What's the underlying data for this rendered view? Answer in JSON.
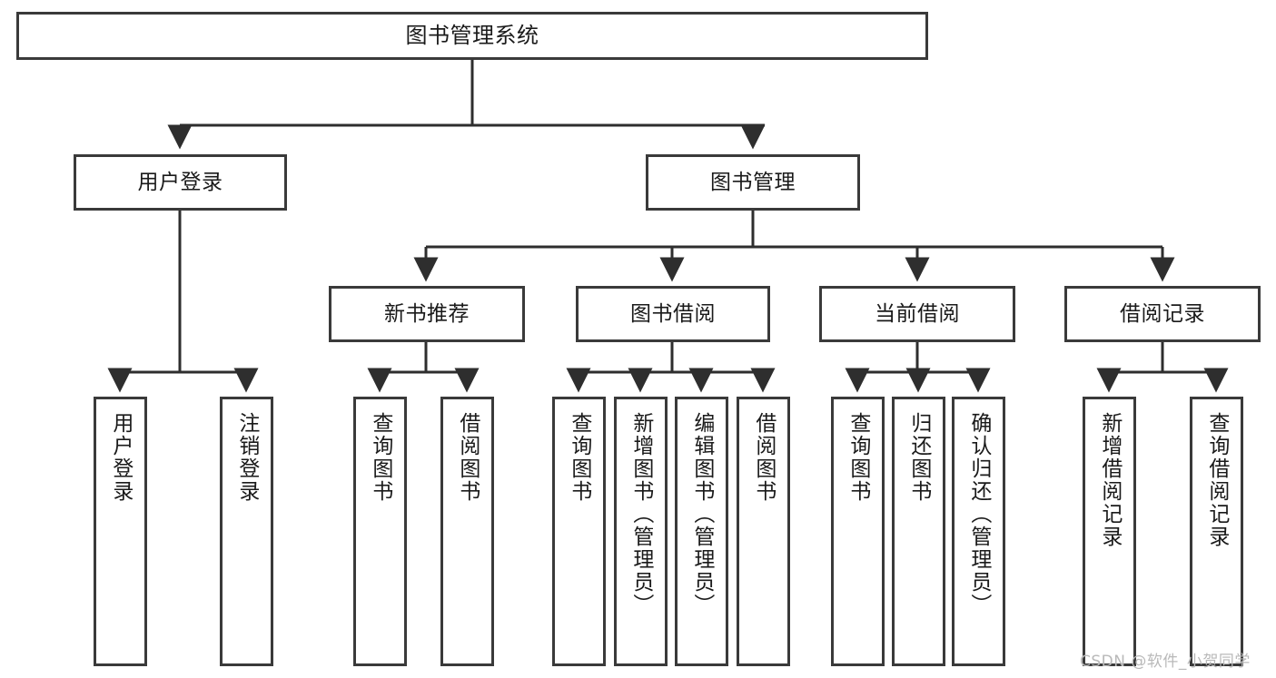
{
  "diagram": {
    "title": "图书管理系统",
    "type": "tree-hierarchy-chart",
    "root": {
      "id": "root",
      "label": "图书管理系统"
    },
    "level2": [
      {
        "id": "user-login",
        "label": "用户登录"
      },
      {
        "id": "book-manage",
        "label": "图书管理"
      }
    ],
    "level3": [
      {
        "id": "new-book-rec",
        "label": "新书推荐"
      },
      {
        "id": "book-borrow",
        "label": "图书借阅"
      },
      {
        "id": "current-borrow",
        "label": "当前借阅"
      },
      {
        "id": "borrow-record",
        "label": "借阅记录"
      }
    ],
    "leaves": [
      {
        "id": "leaf-user-login",
        "label": "用户登录",
        "parent": "user-login"
      },
      {
        "id": "leaf-user-logout",
        "label": "注销登录",
        "parent": "user-login"
      },
      {
        "id": "leaf-query-book-1",
        "label": "查询图书",
        "parent": "new-book-rec"
      },
      {
        "id": "leaf-borrow-book-1",
        "label": "借阅图书",
        "parent": "new-book-rec"
      },
      {
        "id": "leaf-query-book-2",
        "label": "查询图书",
        "parent": "book-borrow"
      },
      {
        "id": "leaf-add-book",
        "label": "新增图书（管理员）",
        "parent": "book-borrow"
      },
      {
        "id": "leaf-edit-book",
        "label": "编辑图书（管理员）",
        "parent": "book-borrow"
      },
      {
        "id": "leaf-borrow-book-2",
        "label": "借阅图书",
        "parent": "book-borrow"
      },
      {
        "id": "leaf-query-book-3",
        "label": "查询图书",
        "parent": "current-borrow"
      },
      {
        "id": "leaf-return-book",
        "label": "归还图书",
        "parent": "current-borrow"
      },
      {
        "id": "leaf-confirm-return",
        "label": "确认归还（管理员）",
        "parent": "current-borrow"
      },
      {
        "id": "leaf-add-record",
        "label": "新增借阅记录",
        "parent": "borrow-record"
      },
      {
        "id": "leaf-query-record",
        "label": "查询借阅记录",
        "parent": "borrow-record"
      }
    ]
  },
  "watermark": {
    "text": "CSDN @软件_小贺同学"
  },
  "colors": {
    "border": "#3a3a3a",
    "text": "#1a1a1a",
    "background": "#ffffff",
    "watermark": "#b9b9b9"
  }
}
